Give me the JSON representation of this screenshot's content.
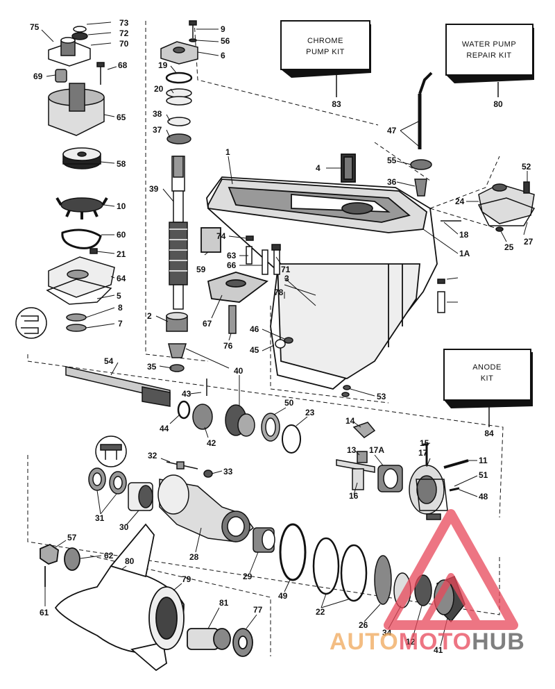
{
  "kits": [
    {
      "id": "chrome-pump-kit",
      "line1": "CHROME",
      "line2": "PUMP KIT",
      "number": "83"
    },
    {
      "id": "water-pump-repair-kit",
      "line1": "WATER PUMP",
      "line2": "REPAIR KIT",
      "number": "80"
    },
    {
      "id": "anode-kit",
      "line1": "ANODE",
      "line2": "KIT",
      "number": "84"
    }
  ],
  "part_labels": [
    "75",
    "73",
    "72",
    "70",
    "69",
    "68",
    "65",
    "58",
    "10",
    "60",
    "21",
    "64",
    "5",
    "8",
    "7",
    "9",
    "56",
    "6",
    "19",
    "20",
    "38",
    "37",
    "39",
    "2",
    "35",
    "40",
    "1",
    "4",
    "47",
    "55",
    "36",
    "52",
    "24",
    "18",
    "1A",
    "25",
    "27",
    "74",
    "59",
    "63",
    "66",
    "71",
    "3",
    "78",
    "67",
    "76",
    "46",
    "45",
    "53",
    "54",
    "43",
    "44",
    "42",
    "50",
    "23",
    "14",
    "13",
    "17A",
    "15",
    "17",
    "11",
    "51",
    "48",
    "16",
    "32",
    "33",
    "31",
    "30",
    "28",
    "29",
    "49",
    "22",
    "26",
    "34",
    "12",
    "41",
    "57",
    "62",
    "80",
    "79",
    "61",
    "81",
    "77",
    "84"
  ],
  "watermark": {
    "part1": "AUTO",
    "part2": "MOTO",
    "part3": "HUB",
    "color_orange": "#f0a85a",
    "color_red": "#e8485a",
    "color_gray": "#555555"
  }
}
